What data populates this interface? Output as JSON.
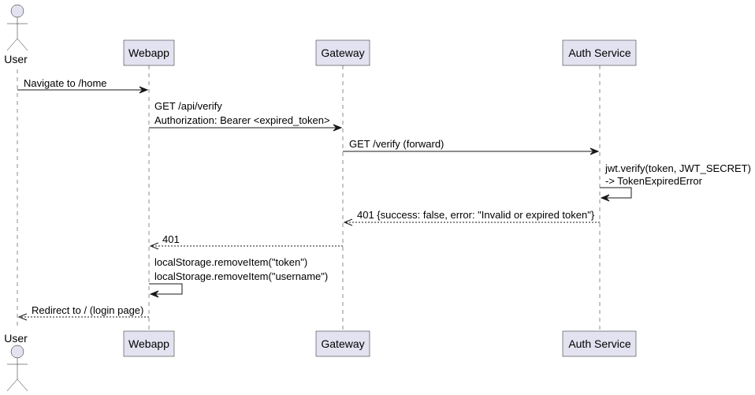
{
  "diagram": {
    "type": "sequence",
    "participants": {
      "user": {
        "label": "User",
        "kind": "actor"
      },
      "webapp": {
        "label": "Webapp",
        "kind": "participant"
      },
      "gateway": {
        "label": "Gateway",
        "kind": "participant"
      },
      "auth": {
        "label": "Auth Service",
        "kind": "participant"
      }
    },
    "messages": [
      {
        "from": "user",
        "to": "webapp",
        "style": "solid",
        "lines": [
          "Navigate to /home"
        ]
      },
      {
        "from": "webapp",
        "to": "gateway",
        "style": "solid",
        "lines": [
          "GET /api/verify",
          "Authorization: Bearer <expired_token>"
        ]
      },
      {
        "from": "gateway",
        "to": "auth",
        "style": "solid",
        "lines": [
          "GET /verify (forward)"
        ]
      },
      {
        "from": "auth",
        "to": "auth",
        "style": "solid",
        "lines": [
          "jwt.verify(token, JWT_SECRET)",
          "-> TokenExpiredError"
        ]
      },
      {
        "from": "auth",
        "to": "gateway",
        "style": "dashed",
        "lines": [
          "401 {success: false, error: \"Invalid or expired token\"}"
        ]
      },
      {
        "from": "gateway",
        "to": "webapp",
        "style": "dashed",
        "lines": [
          "401"
        ]
      },
      {
        "from": "webapp",
        "to": "webapp",
        "style": "solid",
        "lines": [
          "localStorage.removeItem(\"token\")",
          "localStorage.removeItem(\"username\")"
        ]
      },
      {
        "from": "webapp",
        "to": "user",
        "style": "dashed",
        "lines": [
          "Redirect to / (login page)"
        ]
      }
    ]
  }
}
